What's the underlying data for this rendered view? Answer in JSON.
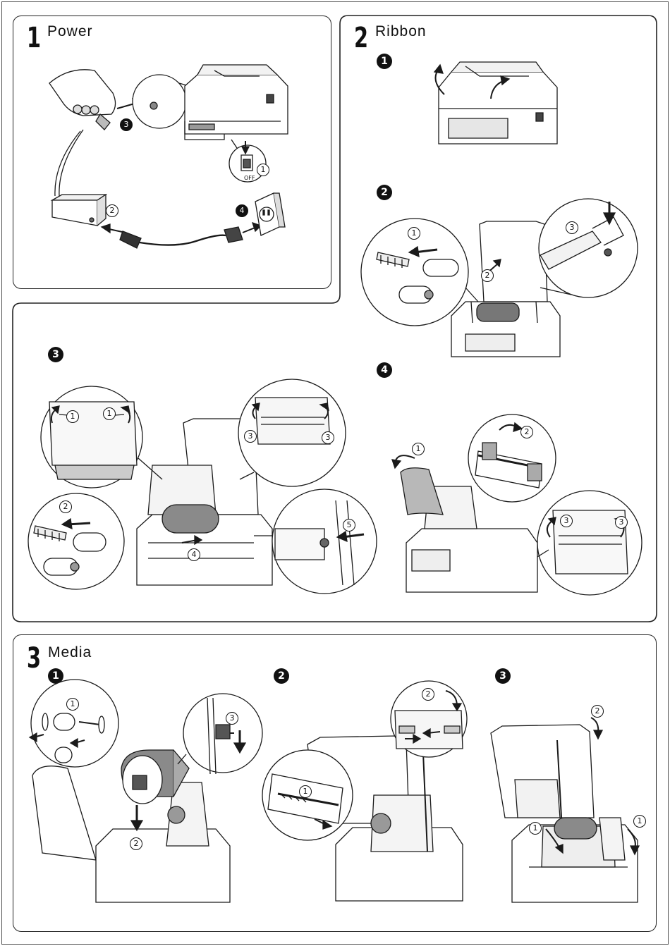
{
  "sections": {
    "power": {
      "number": "1",
      "title": "Power"
    },
    "ribbon": {
      "number": "2",
      "title": "Ribbon"
    },
    "media": {
      "number": "3",
      "title": "Media"
    }
  },
  "steps": {
    "ribbon_1": "1",
    "ribbon_2": "2",
    "ribbon_3": "3",
    "ribbon_4": "4",
    "media_1": "1",
    "media_2": "2",
    "media_3": "3"
  },
  "callouts": {
    "power": {
      "c1": "1",
      "c2": "2",
      "c3": "3",
      "c4": "4",
      "off_label": "OFF"
    },
    "ribbon_2": {
      "c1": "1",
      "c2": "2",
      "c3": "3"
    },
    "ribbon_3": {
      "c1a": "1",
      "c1b": "1",
      "c2": "2",
      "c3a": "3",
      "c3b": "3",
      "c4": "4",
      "c5": "5"
    },
    "ribbon_4": {
      "c1": "1",
      "c2": "2",
      "c3a": "3",
      "c3b": "3"
    },
    "media_1": {
      "c1": "1",
      "c2": "2",
      "c3": "3"
    },
    "media_2": {
      "c1": "1",
      "c2": "2"
    },
    "media_3": {
      "c1a": "1",
      "c1b": "1",
      "c2": "2"
    }
  },
  "colors": {
    "line": "#1a1a1a",
    "fill_light": "#f2f2f2",
    "fill_mid": "#c9c9c9",
    "fill_dark": "#8c8c8c",
    "background": "#ffffff"
  }
}
